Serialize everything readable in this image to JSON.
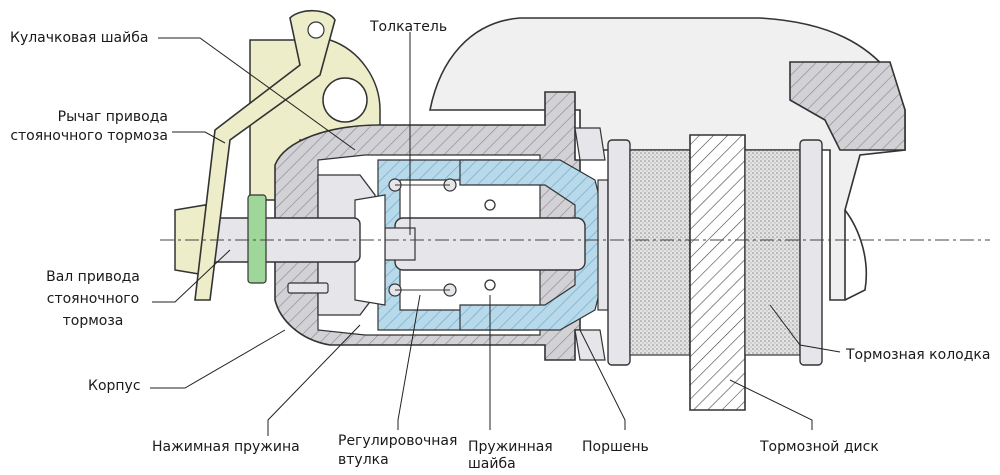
{
  "labels": {
    "cam_washer": "Кулачковая шайба",
    "lever_l1": "Рычаг привода",
    "lever_l2": "стояночного тормоза",
    "shaft_l1": "Вал привода",
    "shaft_l2": "стояночного",
    "shaft_l3": "тормоза",
    "housing": "Корпус",
    "pusher": "Толкатель",
    "pressure_spring": "Нажимная пружина",
    "adj_sleeve_l1": "Регулировочная",
    "adj_sleeve_l2": "втулка",
    "spring_washer_l1": "Пружинная",
    "spring_washer_l2": "шайба",
    "piston": "Поршень",
    "brake_pad": "Тормозная колодка",
    "brake_disc": "Тормозной диск"
  },
  "colors": {
    "housing_fill": "#d2d2d6",
    "hatch": "#8a8a92",
    "inner_blue": "#b7d9ea",
    "inner_blue_dark": "#6fa9cc",
    "lever_fill": "#ededc9",
    "caliper_fill": "#f0f0f0",
    "shaft_fill": "#e6e6ea",
    "pad_dots": "#9a9a9a",
    "leader": "#222222"
  }
}
